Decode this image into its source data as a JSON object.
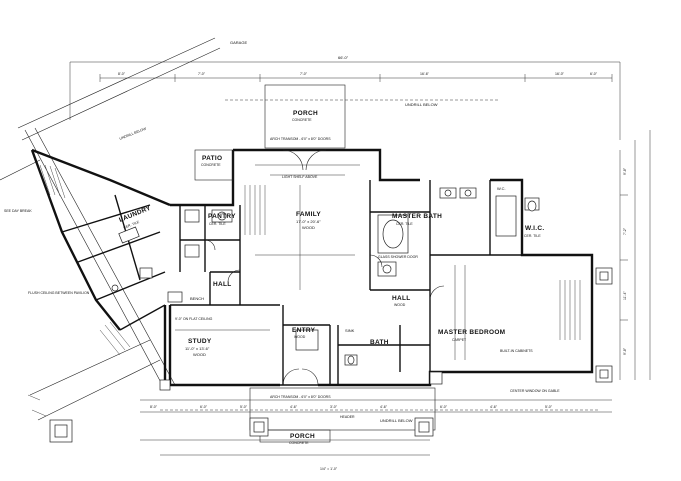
{
  "plan": {
    "north_label": "GARAGE",
    "overall_width": "66'-0\"",
    "rooms": [
      {
        "id": "family",
        "name": "FAMILY",
        "size": "17'-0\" x 20'-6\"",
        "note": "WOOD"
      },
      {
        "id": "study",
        "name": "STUDY",
        "size": "11'-0\" x 13'-6\"",
        "note": "WOOD"
      },
      {
        "id": "laundry",
        "name": "LAUNDRY",
        "size": "",
        "note": "CER. TILE"
      },
      {
        "id": "pantry",
        "name": "PANTRY",
        "size": "",
        "note": "CER. TILE"
      },
      {
        "id": "master-bath",
        "name": "MASTER BATH",
        "size": "",
        "note": "CER. TILE"
      },
      {
        "id": "master-bedroom",
        "name": "MASTER BEDROOM",
        "size": "",
        "note": "CARPET"
      },
      {
        "id": "hall",
        "name": "HALL",
        "size": "",
        "note": "WOOD"
      },
      {
        "id": "wic",
        "name": "W.I.C.",
        "size": "",
        "note": "CER. TILE"
      },
      {
        "id": "entry",
        "name": "ENTRY",
        "size": "",
        "note": "WOOD"
      },
      {
        "id": "porch-top",
        "name": "PORCH",
        "size": "",
        "note": "CONCRETE"
      },
      {
        "id": "porch-bottom",
        "name": "PORCH",
        "size": "",
        "note": "CONCRETE"
      },
      {
        "id": "patio",
        "name": "PATIO",
        "size": "",
        "note": "CONCRETE"
      },
      {
        "id": "hall-left",
        "name": "HALL",
        "size": "",
        "note": ""
      },
      {
        "id": "bath",
        "name": "BATH",
        "size": "",
        "note": ""
      },
      {
        "id": "sink",
        "name": "SINK",
        "size": "",
        "note": ""
      },
      {
        "id": "wc",
        "name": "W.C.",
        "size": "",
        "note": ""
      },
      {
        "id": "bench",
        "name": "BENCH",
        "size": "",
        "note": ""
      }
    ],
    "notes": [
      {
        "id": "undrill-top",
        "text": "UNDRILL BELOW"
      },
      {
        "id": "undrill-bottom",
        "text": "UNDRILL BELOW"
      },
      {
        "id": "undrill-left",
        "text": "UNDRILL BELOW"
      },
      {
        "id": "built-in",
        "text": "BUILT-IN CABINETS"
      },
      {
        "id": "glass-shower",
        "text": "GLASS SHOWER DOOR"
      },
      {
        "id": "light-shelf",
        "text": "LIGHT SHELF ABOVE"
      },
      {
        "id": "see-day",
        "text": "SEE DAY BREAK"
      },
      {
        "id": "arch-top",
        "text": "ARCH TRANSOM - 6'0\" x 8'0\" DOORS"
      },
      {
        "id": "arch-bottom",
        "text": "ARCH TRANSOM - 6'0\" x 8'0\" DOORS"
      },
      {
        "id": "pavilion",
        "text": "FLUSH CEILING BETWEEN PAVILION"
      },
      {
        "id": "ceiling",
        "text": "9'-0\" ON FLAT CEILING"
      },
      {
        "id": "center-window",
        "text": "CENTER WINDOW ON GABLE"
      },
      {
        "id": "header",
        "text": "HEADER"
      }
    ],
    "dimensions_top": [
      "8'-0\"",
      "7'-0\"",
      "7'-0\"",
      "16'-6\"",
      "16'-0\"",
      "6'-0\""
    ],
    "dimensions_bottom": [
      "8'-0\"",
      "6'-0\"",
      "5'-0\"",
      "4'-6\"",
      "3'-0\"",
      "4'-6\"",
      "6'-0\"",
      "4'-6\"",
      "5'-0\""
    ],
    "dimensions_right": [
      "9'-8\"",
      "7'-2\"",
      "11'-4\"",
      "9'-8\""
    ],
    "scale": "1/4\" = 1'-0\""
  }
}
